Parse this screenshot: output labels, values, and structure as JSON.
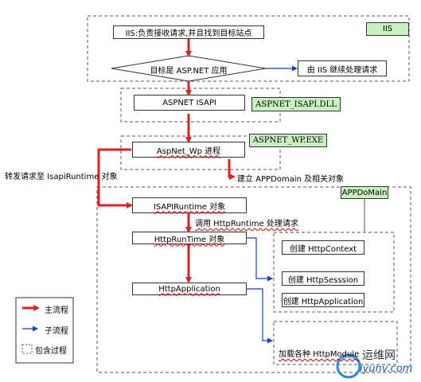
{
  "iis_badge": "IIS",
  "iis_step": "IIS:负责接收请求,并且找到目标站点",
  "decision": "目标是 ASP.NET 应用",
  "iis_continue": "由 IIS 继续处理请求",
  "aspnet_isapi": "ASPNET ISAPI",
  "aspnet_isapi_dll": "ASPNET_ISAPI.DLL",
  "aspnet_wp_exe": "ASPNET_WP.EXE",
  "aspnet_wp_process": "AspNet_Wp 进程",
  "forward_label": "转发请求至 IsapiRuntime 对象",
  "build_appdomain": "建立 APPDomain 及相关对象",
  "appdomain_badge": "APPDoMain",
  "isapiruntime": "ISAPIRuntime 对象",
  "call_httpruntime": "调用 HttpRuntime 处理请求",
  "httpruntime": "HttpRunTime 对象",
  "httpapplication": "HttpApplication",
  "create_httpcontext": "创建 HttpContext",
  "create_httpsession": "创建 HttpSesssion",
  "create_httpapplication": "创建 HttpApplication",
  "load_modules": "加载各种 HttpModule",
  "legend": {
    "main_flow": "主流程",
    "sub_flow": "子流程",
    "contains_process": "包含过程"
  },
  "watermark": {
    "brand": "运维网",
    "url": "iyunv.com"
  },
  "colors": {
    "main_flow": "#e02020",
    "sub_flow": "#1a3fc0",
    "badge_green": "#c8f0c0"
  }
}
